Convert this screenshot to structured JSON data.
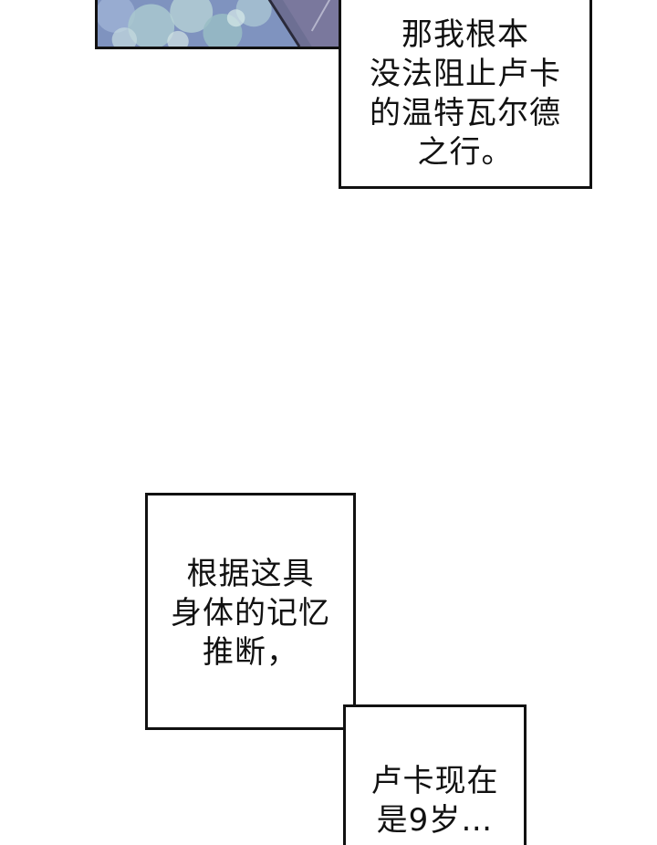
{
  "captions": [
    {
      "id": "caption-1",
      "lines": [
        "那我根本",
        "没法阻止卢卡",
        "的温特瓦尔德",
        "之行。"
      ]
    },
    {
      "id": "caption-2",
      "lines": [
        "根据这具",
        "身体的记忆",
        "推断，"
      ]
    },
    {
      "id": "caption-3",
      "lines": [
        "卢卡现在",
        "是9岁…"
      ]
    }
  ],
  "colors": {
    "ink": "#111111",
    "paper": "#ffffff",
    "art_sky": "#8aa3c8",
    "art_foliage": "#9fc2c4",
    "art_shadow": "#5a6b8f"
  }
}
